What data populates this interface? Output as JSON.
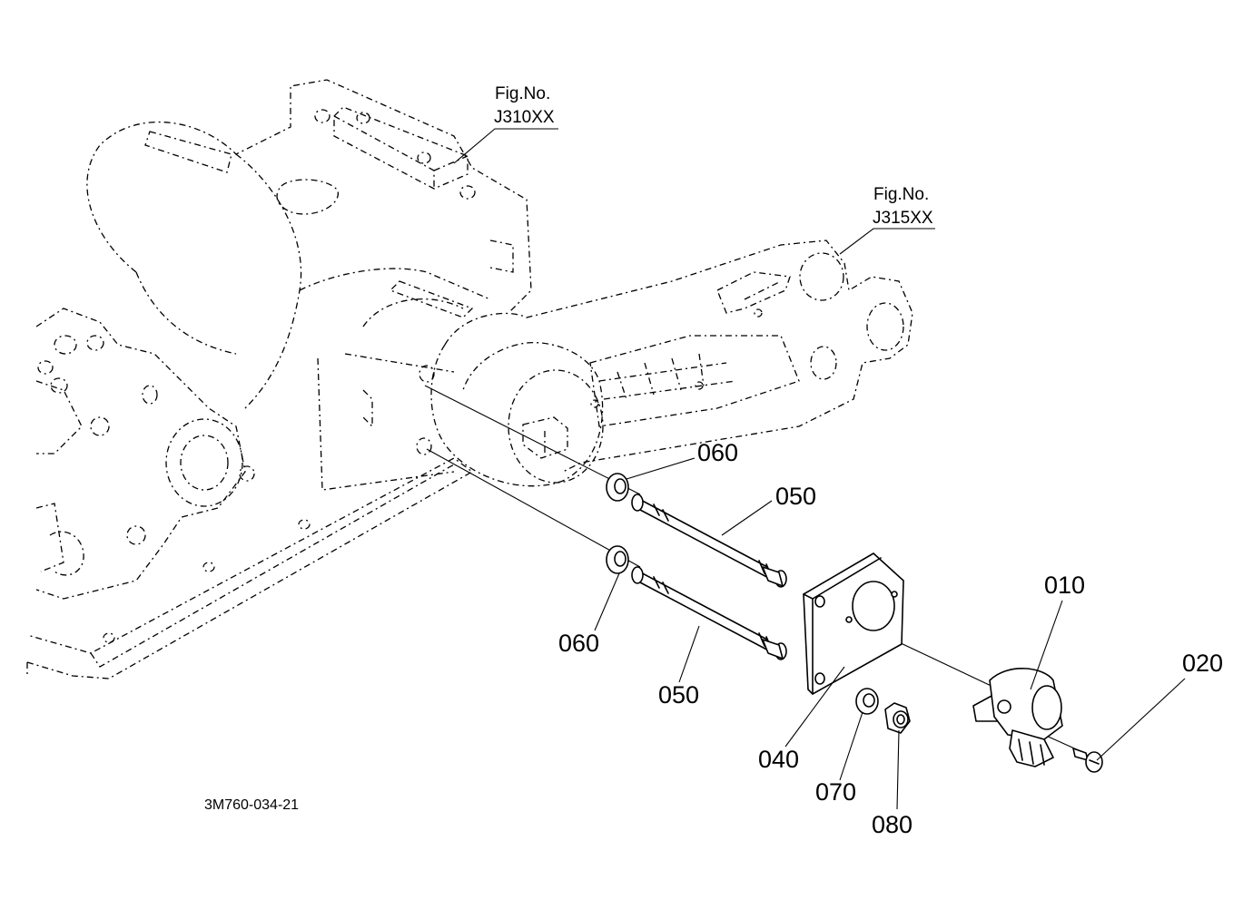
{
  "figure_refs": [
    {
      "line1": "Fig.No.",
      "line2": "J310XX"
    },
    {
      "line1": "Fig.No.",
      "line2": "J315XX"
    }
  ],
  "callouts": {
    "p010": "010",
    "p020": "020",
    "p040": "040",
    "p050a": "050",
    "p050b": "050",
    "p060a": "060",
    "p060b": "060",
    "p070": "070",
    "p080": "080"
  },
  "drawing_code": "3M760-034-21"
}
